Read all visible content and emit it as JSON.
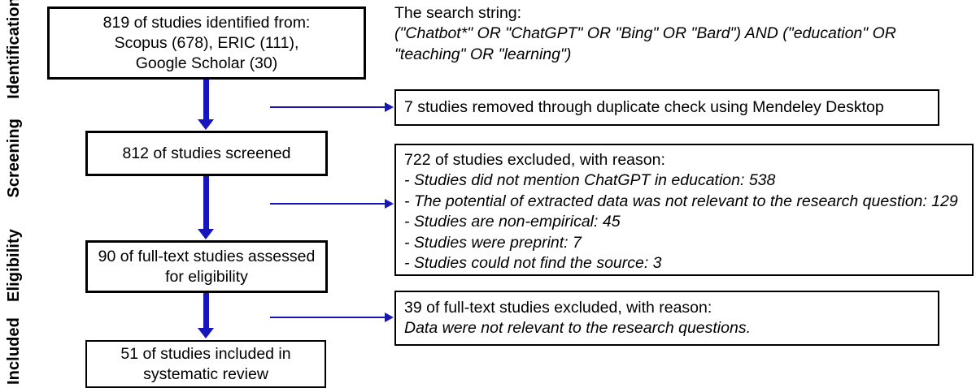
{
  "stages": [
    {
      "label": "Identification"
    },
    {
      "label": "Screening"
    },
    {
      "label": "Eligibility"
    },
    {
      "label": "Included"
    }
  ],
  "search": {
    "heading": "The search string:",
    "line1": "(\"Chatbot*\" OR \"ChatGPT\" OR \"Bing\" OR \"Bard\") AND (\"education\" OR",
    "line2": "\"teaching\" OR \"learning\")"
  },
  "flow": {
    "identified": {
      "line1": "819 of studies identified from:",
      "line2": "Scopus (678), ERIC (111),",
      "line3": "Google Scholar (30)"
    },
    "screened": {
      "line1": "812 of studies screened"
    },
    "fulltext_assessed": {
      "line1": "90 of full-text studies assessed",
      "line2": "for eligibility"
    },
    "included": {
      "line1": "51 of studies included in",
      "line2": "systematic review"
    }
  },
  "exclusions": {
    "duplicates": {
      "line1": "7 studies removed through duplicate check using Mendeley Desktop"
    },
    "screening_excluded": {
      "heading": "722 of studies excluded, with reason:",
      "reasons": [
        "- Studies did not mention ChatGPT in education: 538",
        "- The potential of extracted data was not relevant to the research question: 129",
        "- Studies are non-empirical: 45",
        "- Studies were preprint: 7",
        "- Studies could not find the source: 3"
      ]
    },
    "eligibility_excluded": {
      "heading": "39 of full-text studies excluded, with reason:",
      "reason": "Data were not relevant to the research questions."
    }
  },
  "colors": {
    "arrow": "#1616bb",
    "box_border": "#000000",
    "background": "#ffffff"
  }
}
